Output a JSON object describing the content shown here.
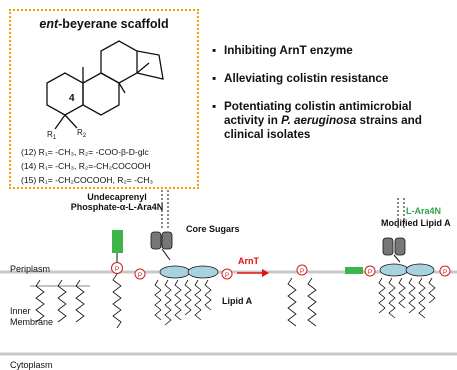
{
  "scaffold": {
    "title_prefix": "ent",
    "title_rest": "-beyerane scaffold",
    "atom_labels": {
      "position4": "4",
      "r1": "R",
      "r1_sub": "1",
      "r2": "R",
      "r2_sub": "2"
    },
    "compounds": [
      "(12) R₁= -CH₃, R₂= -COO-β-D-glc",
      "(14) R₁= -CH₃, R₂=-CH₂COCOOH",
      "(15) R₁= -CH₂COCOOH, R₂= -CH₃"
    ]
  },
  "bullets": {
    "symbol": "▪",
    "item1": "Inhibiting ArnT enzyme",
    "item2": "Alleviating colistin resistance",
    "item3_prefix": "Potentiating colistin antimicrobial activity in ",
    "item3_italic": "P. aeruginosa",
    "item3_suffix": " strains and clinical isolates"
  },
  "diagram": {
    "undecaprenyl_line1": "Undecaprenyl",
    "undecaprenyl_line2": "Phosphate-α-L-Ara4N",
    "core_sugars": "Core Sugars",
    "arnt": "ArnT",
    "lara4n": "L-Ara4N",
    "modified_lipid": "Modified Lipid A",
    "periplasm": "Periplasm",
    "lipid_a": "Lipid A",
    "inner_line1": "Inner",
    "inner_line2": "Membrane",
    "cytoplasm": "Cytoplasm",
    "phosphate": "P",
    "colors": {
      "green": "#3cb54a",
      "sugar": "#a9d2e0",
      "arrow": "#e01010",
      "membrane": "#c8c8c8",
      "text_green": "#2ea44a"
    }
  }
}
